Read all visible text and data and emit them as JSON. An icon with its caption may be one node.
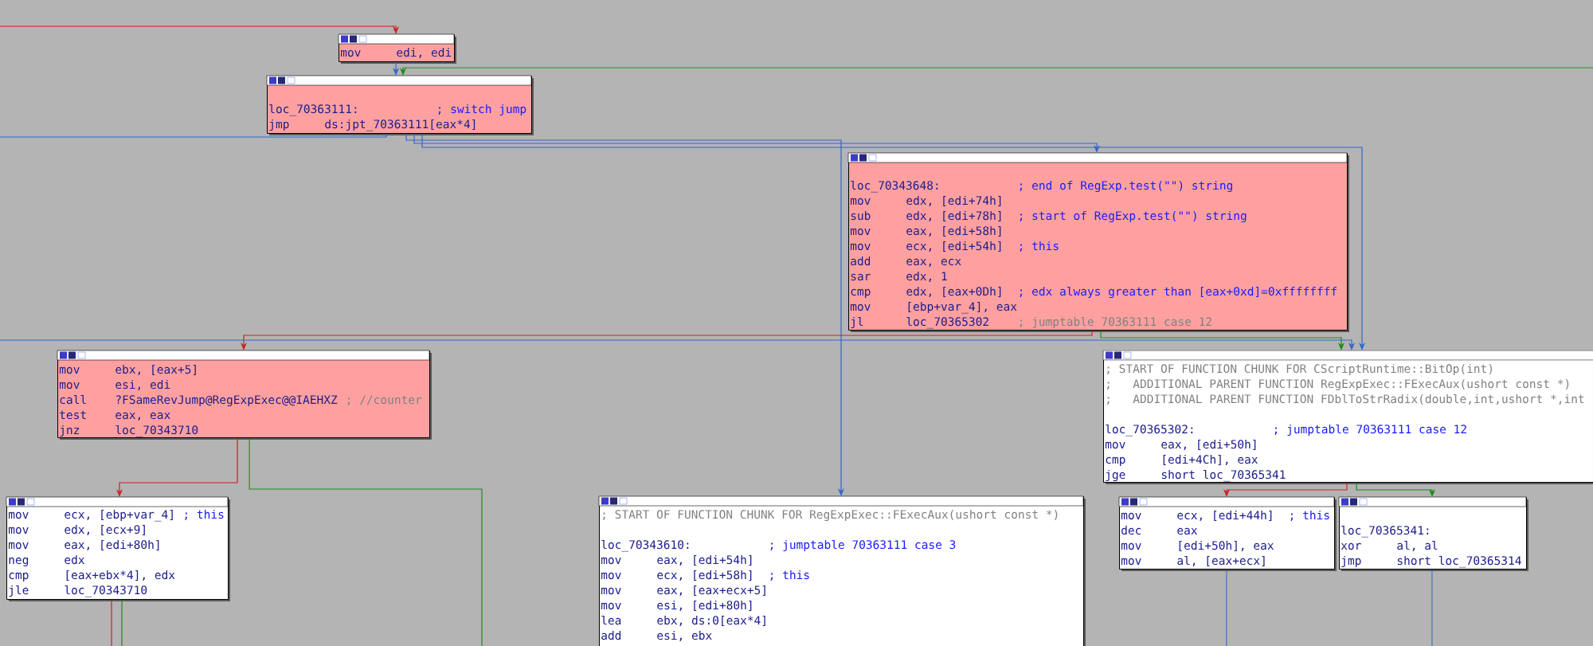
{
  "diagram": {
    "nodes": [
      {
        "text": [
          "mov",
          "edi, edi"
        ]
      },
      {
        "text": [
          "loc_70363111:",
          "; switch jump",
          "jmp",
          "ds:jpt_70363111[eax*4]"
        ]
      },
      {
        "text": [
          "loc_70343648:",
          "; end of RegExp.test(\"\") string",
          "mov",
          "edx, [edi+74h]",
          "sub",
          "edx, [edi+78h]",
          "; start of RegExp.test(\"\") string",
          "mov",
          "eax, [edi+58h]",
          "mov",
          "ecx, [edi+54h]",
          "; this",
          "add",
          "eax, ecx",
          "sar",
          "edx, 1",
          "cmp",
          "edx, [eax+0Dh]",
          "; edx always greater than [eax+0xd]=0xffffffff",
          "mov",
          "[ebp+var_4], eax",
          "jl",
          "loc_70365302",
          "; jumptable 70363111 case 12"
        ]
      },
      {
        "text": [
          "mov",
          "ebx, [eax+5]",
          "mov",
          "esi, edi",
          "call",
          "?FSameRevJump@RegExpExec@@IAEHXZ",
          "; //counter",
          "test",
          "eax, eax",
          "jnz",
          "loc_70343710"
        ]
      },
      {
        "text": [
          "mov",
          "ecx, [ebp+var_4]",
          "; this",
          "mov",
          "edx, [ecx+9]",
          "mov",
          "eax, [edi+80h]",
          "neg",
          "edx",
          "cmp",
          "[eax+ebx*4], edx",
          "jle",
          "loc_70343710"
        ]
      },
      {
        "text": [
          "; START OF FUNCTION CHUNK FOR RegExpExec::FExecAux(ushort const *)",
          "loc_70343610:",
          "; jumptable 70363111 case 3",
          "mov",
          "eax, [edi+54h]",
          "mov",
          "ecx, [edi+58h]",
          "; this",
          "mov",
          "eax, [eax+ecx+5]",
          "mov",
          "esi, [edi+80h]",
          "lea",
          "ebx, ds:0[eax*4]",
          "add",
          "esi, ebx"
        ]
      },
      {
        "text": [
          "; START OF FUNCTION CHUNK FOR CScriptRuntime::BitOp(int)",
          ";",
          "ADDITIONAL PARENT FUNCTION RegExpExec::FExecAux(ushort const *)",
          ";",
          "ADDITIONAL PARENT FUNCTION FDblToStrRadix(double,int,ushort *,int",
          "loc_70365302:",
          "; jumptable 70363111 case 12",
          "mov",
          "eax, [edi+50h]",
          "cmp",
          "[edi+4Ch], eax",
          "jge",
          "short loc_70365341"
        ]
      },
      {
        "text": [
          "mov",
          "ecx, [edi+44h]",
          "; this",
          "dec",
          "eax",
          "mov",
          "[edi+50h], eax",
          "mov",
          "al, [eax+ecx]"
        ]
      },
      {
        "text": [
          "loc_70365341:",
          "xor",
          "al, al",
          "jmp",
          "short loc_70365314"
        ]
      }
    ],
    "edges": [
      {
        "from": null,
        "to": 0,
        "arrow": "to",
        "color": "#cc2222"
      },
      {
        "from": 0,
        "to": 1,
        "arrow": "to",
        "color": "#3366cc"
      },
      {
        "from": null,
        "to": 1,
        "arrow": "to",
        "color": "#1a8c1a"
      },
      {
        "from": 1,
        "to": 2,
        "arrow": "to",
        "color": "#3366cc"
      },
      {
        "from": 1,
        "to": 5,
        "arrow": "to",
        "color": "#3366cc"
      },
      {
        "from": 1,
        "to": 6,
        "arrow": "to",
        "color": "#3366cc"
      },
      {
        "from": 1,
        "to": null,
        "arrow": "none",
        "color": "#3366cc"
      },
      {
        "from": 2,
        "to": 3,
        "arrow": "to",
        "color": "#cc2222"
      },
      {
        "from": 2,
        "to": 6,
        "arrow": "to",
        "color": "#1a8c1a"
      },
      {
        "from": 3,
        "to": 4,
        "arrow": "to",
        "color": "#cc2222"
      },
      {
        "from": 3,
        "to": null,
        "arrow": "none",
        "color": "#1a8c1a"
      },
      {
        "from": 4,
        "to": null,
        "arrow": "none",
        "color": "#cc2222"
      },
      {
        "from": 4,
        "to": null,
        "arrow": "none",
        "color": "#1a8c1a"
      },
      {
        "from": 6,
        "to": 7,
        "arrow": "to",
        "color": "#cc2222"
      },
      {
        "from": 6,
        "to": 8,
        "arrow": "to",
        "color": "#1a8c1a"
      },
      {
        "from": 7,
        "to": null,
        "arrow": "none",
        "color": "#3366cc"
      },
      {
        "from": 8,
        "to": null,
        "arrow": "none",
        "color": "#3366cc"
      },
      {
        "from": null,
        "to": 6,
        "arrow": "to",
        "color": "#3366cc"
      }
    ]
  }
}
